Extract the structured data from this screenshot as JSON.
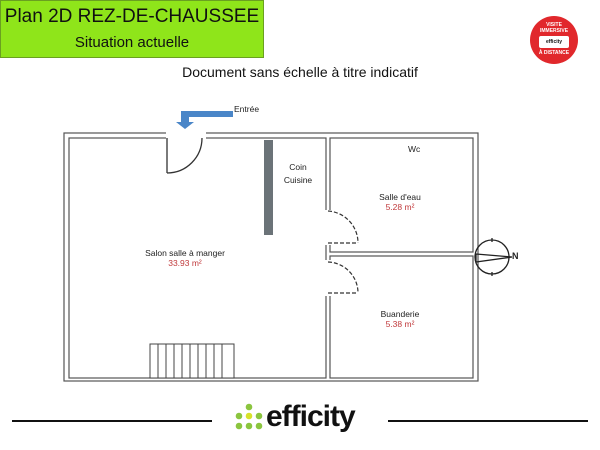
{
  "header": {
    "title": "Plan 2D REZ-DE-CHAUSSEE",
    "subtitle": "Situation actuelle"
  },
  "disclaimer": "Document sans échelle à titre indicatif",
  "badge": {
    "top": "VISITE IMMERSIVE",
    "brand": "efficity",
    "bottom": "À DISTANCE",
    "color": "#e1282c"
  },
  "plan": {
    "entrance": "Entrée",
    "rooms": [
      {
        "name": "Salon salle à manger",
        "area": "33.93 m²"
      },
      {
        "name": "Coin Cuisine"
      },
      {
        "name": "Wc"
      },
      {
        "name": "Salle d'eau",
        "area": "5.28 m²"
      },
      {
        "name": "Buanderie",
        "area": "5.38 m²"
      }
    ],
    "compass": "N"
  },
  "footer": {
    "brand": "efficity",
    "brand_color": "#8bc53f"
  },
  "colors": {
    "title_bg": "#8fe51a",
    "area_text": "#c0393b",
    "arrow": "#4a86c8"
  }
}
